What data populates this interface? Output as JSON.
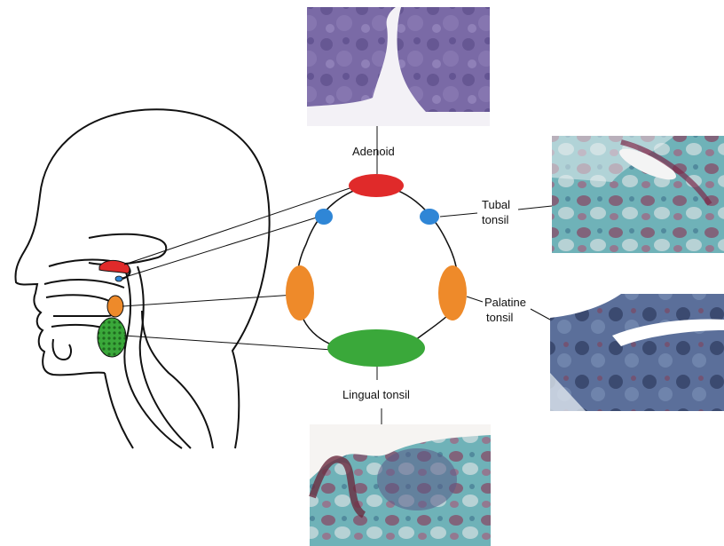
{
  "labels": {
    "adenoid": "Adenoid",
    "tubal_line1": "Tubal",
    "tubal_line2": "tonsil",
    "palatine_line1": "Palatine",
    "palatine_line2": "tonsil",
    "lingual": "Lingual tonsil"
  },
  "colors": {
    "adenoid": "#e02a2a",
    "tubal": "#2f86d6",
    "palatine": "#ee8a2a",
    "lingual": "#3aa83a",
    "outline": "#111111"
  },
  "images": {
    "adenoid_micrograph": "histology-purple",
    "tubal_micrograph": "histology-trichrome",
    "palatine_micrograph": "histology-blue",
    "lingual_micrograph": "histology-trichrome"
  }
}
